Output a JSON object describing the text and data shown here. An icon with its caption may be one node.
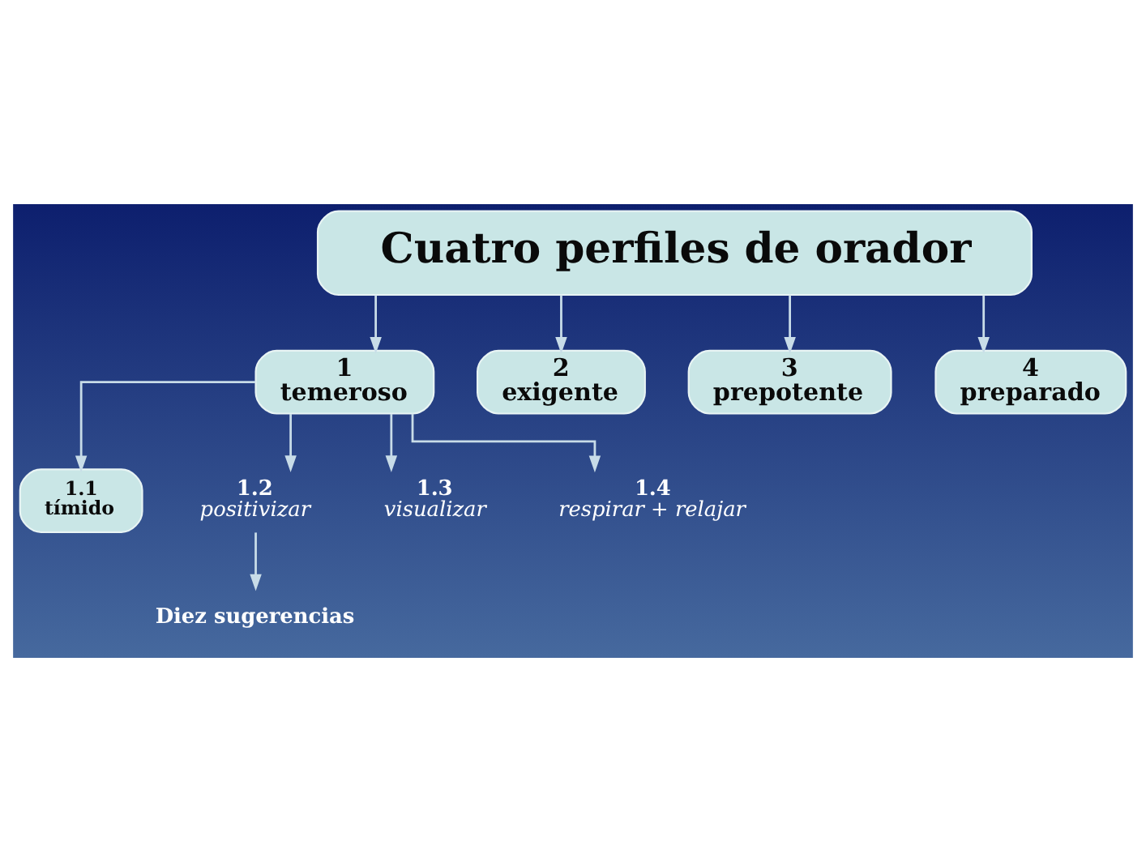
{
  "diagram": {
    "nodes": [
      {
        "text": [
          "Cuatro perfiles de orador"
        ]
      },
      {
        "text": [
          "1",
          "temeroso"
        ]
      },
      {
        "text": [
          "2",
          "exigente"
        ]
      },
      {
        "text": [
          "3",
          "prepotente"
        ]
      },
      {
        "text": [
          "4",
          "preparado"
        ]
      },
      {
        "text": [
          "1.1",
          "tímido"
        ]
      },
      {
        "text": [
          "1.2",
          "positivizar"
        ]
      },
      {
        "text": [
          "1.3",
          "visualizar"
        ]
      },
      {
        "text": [
          "1.4",
          "respirar + relajar"
        ]
      },
      {
        "text": [
          "Diez sugerencias"
        ]
      }
    ],
    "edges": [
      {
        "from": 0,
        "to": 1,
        "arrow": "to"
      },
      {
        "from": 0,
        "to": 2,
        "arrow": "to"
      },
      {
        "from": 0,
        "to": 3,
        "arrow": "to"
      },
      {
        "from": 0,
        "to": 4,
        "arrow": "to"
      },
      {
        "from": 1,
        "to": 5,
        "arrow": "to"
      },
      {
        "from": 1,
        "to": 6,
        "arrow": "to"
      },
      {
        "from": 1,
        "to": 7,
        "arrow": "to"
      },
      {
        "from": 1,
        "to": 8,
        "arrow": "to"
      },
      {
        "from": 6,
        "to": 9,
        "arrow": "to"
      }
    ]
  }
}
